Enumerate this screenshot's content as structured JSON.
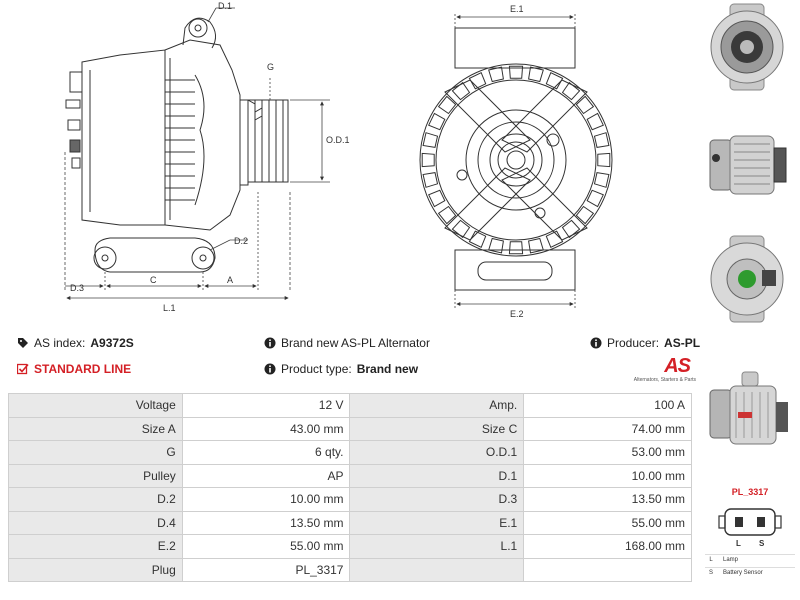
{
  "drawing": {
    "labels": {
      "d1": "D.1",
      "g": "G",
      "od1": "O.D.1",
      "d2": "D.2",
      "d3": "D.3",
      "c": "C",
      "a": "A",
      "l1": "L.1",
      "e1_top": "E.1",
      "e2_bottom": "E.2"
    }
  },
  "info": {
    "as_index_label": "AS index:",
    "as_index_value": "A9372S",
    "description": "Brand new AS-PL Alternator",
    "producer_label": "Producer:",
    "producer_value": "AS-PL",
    "standard_line": "STANDARD LINE",
    "product_type_label": "Product type:",
    "product_type_value": "Brand new",
    "logo_text": "AS",
    "logo_tagline": "Alternators, Starters & Parts"
  },
  "table": [
    [
      "Voltage",
      "12 V",
      "Amp.",
      "100 A"
    ],
    [
      "Size A",
      "43.00 mm",
      "Size C",
      "74.00 mm"
    ],
    [
      "G",
      "6 qty.",
      "O.D.1",
      "53.00 mm"
    ],
    [
      "Pulley",
      "AP",
      "D.1",
      "10.00 mm"
    ],
    [
      "D.2",
      "10.00 mm",
      "D.3",
      "13.50 mm"
    ],
    [
      "D.4",
      "13.50 mm",
      "E.1",
      "55.00 mm"
    ],
    [
      "E.2",
      "55.00 mm",
      "L.1",
      "168.00 mm"
    ],
    [
      "Plug",
      "PL_3317",
      "",
      ""
    ]
  ],
  "plug": {
    "name": "PL_3317",
    "pin_left": "L",
    "pin_right": "S",
    "legend": [
      {
        "key": "L",
        "text": "Lamp"
      },
      {
        "key": "S",
        "text": "Battery Sensor"
      }
    ]
  },
  "colors": {
    "accent_red": "#d42026",
    "label_cell_bg": "#e9e9e9",
    "border": "#cfcfcf"
  }
}
